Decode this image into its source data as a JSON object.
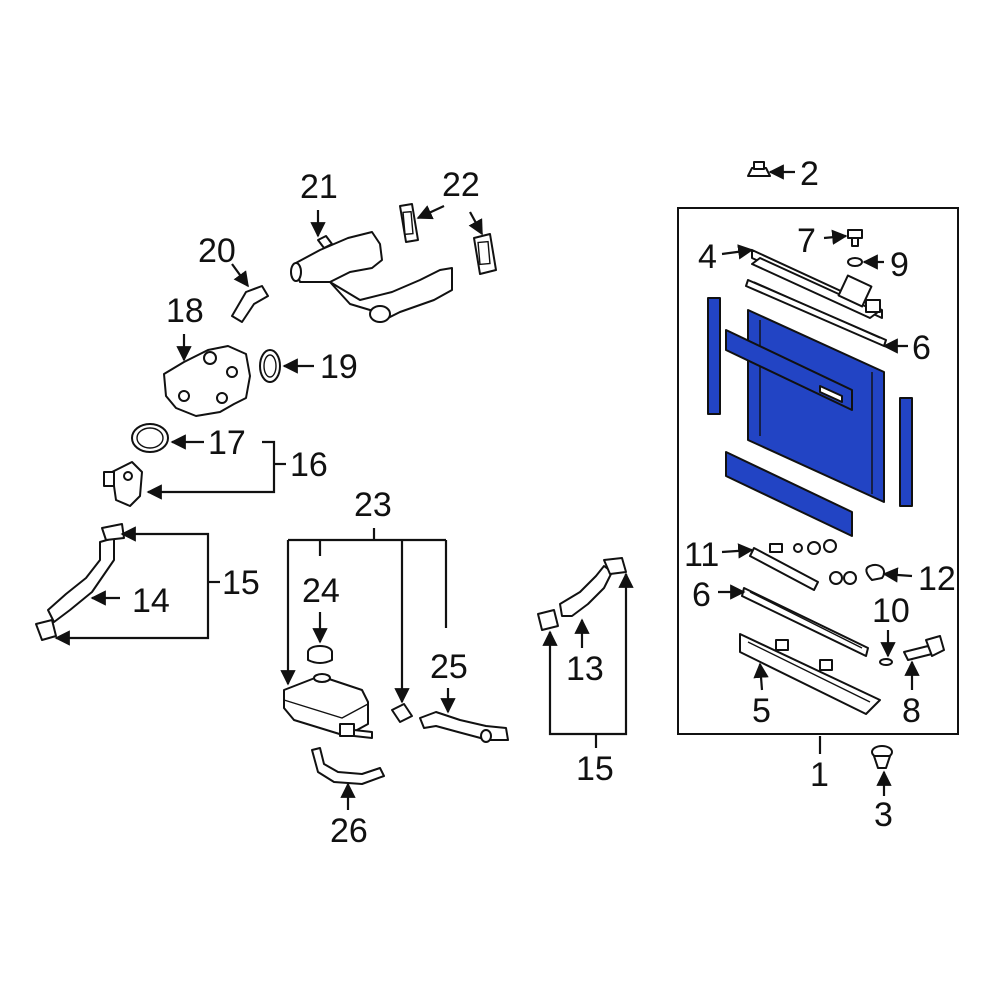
{
  "diagram": {
    "highlight_color": "#2244c4",
    "callouts": {
      "c1": "1",
      "c2": "2",
      "c3": "3",
      "c4": "4",
      "c5": "5",
      "c6a": "6",
      "c6b": "6",
      "c7": "7",
      "c8": "8",
      "c9": "9",
      "c10": "10",
      "c11": "11",
      "c12": "12",
      "c13": "13",
      "c14": "14",
      "c15a": "15",
      "c15b": "15",
      "c16": "16",
      "c17": "17",
      "c18": "18",
      "c19": "19",
      "c20": "20",
      "c21": "21",
      "c22": "22",
      "c23": "23",
      "c24": "24",
      "c25": "25",
      "c26": "26"
    }
  }
}
